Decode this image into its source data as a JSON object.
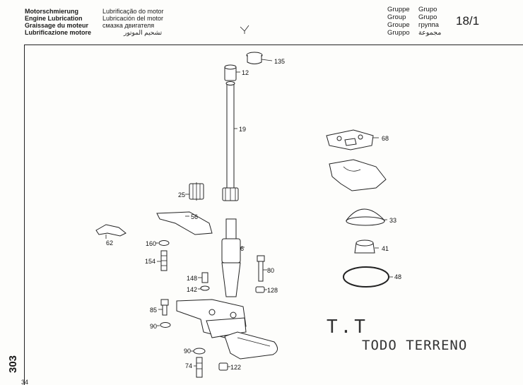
{
  "header": {
    "titles_left": [
      "Motorschmierung",
      "Engine Lubrication",
      "Graissage du moteur",
      "Lubrificazione motore"
    ],
    "titles_mid": [
      "Lubrificação do motor",
      "Lubricación del motor",
      "смазка двигателя",
      "تشحيم الموتور"
    ],
    "group_labels_left": [
      "Gruppe",
      "Group",
      "Groupe",
      "Gruppo"
    ],
    "group_labels_right": [
      "Grupo",
      "Grupo",
      "группа",
      "مجموعة"
    ],
    "page_number": "18/1"
  },
  "side": {
    "page": "303",
    "subpage": "34"
  },
  "stamps": {
    "tt": "T.T",
    "todo_terreno": "TODO TERRENO"
  },
  "callouts": [
    {
      "label": "135"
    },
    {
      "label": "12"
    },
    {
      "label": "19"
    },
    {
      "label": "68"
    },
    {
      "label": "25"
    },
    {
      "label": "56"
    },
    {
      "label": "62"
    },
    {
      "label": "33"
    },
    {
      "label": "160"
    },
    {
      "label": "6"
    },
    {
      "label": "41"
    },
    {
      "label": "154"
    },
    {
      "label": "80"
    },
    {
      "label": "48"
    },
    {
      "label": "148"
    },
    {
      "label": "142"
    },
    {
      "label": "128"
    },
    {
      "label": "85"
    },
    {
      "label": "90"
    },
    {
      "label": "90"
    },
    {
      "label": "74"
    },
    {
      "label": "122"
    }
  ]
}
